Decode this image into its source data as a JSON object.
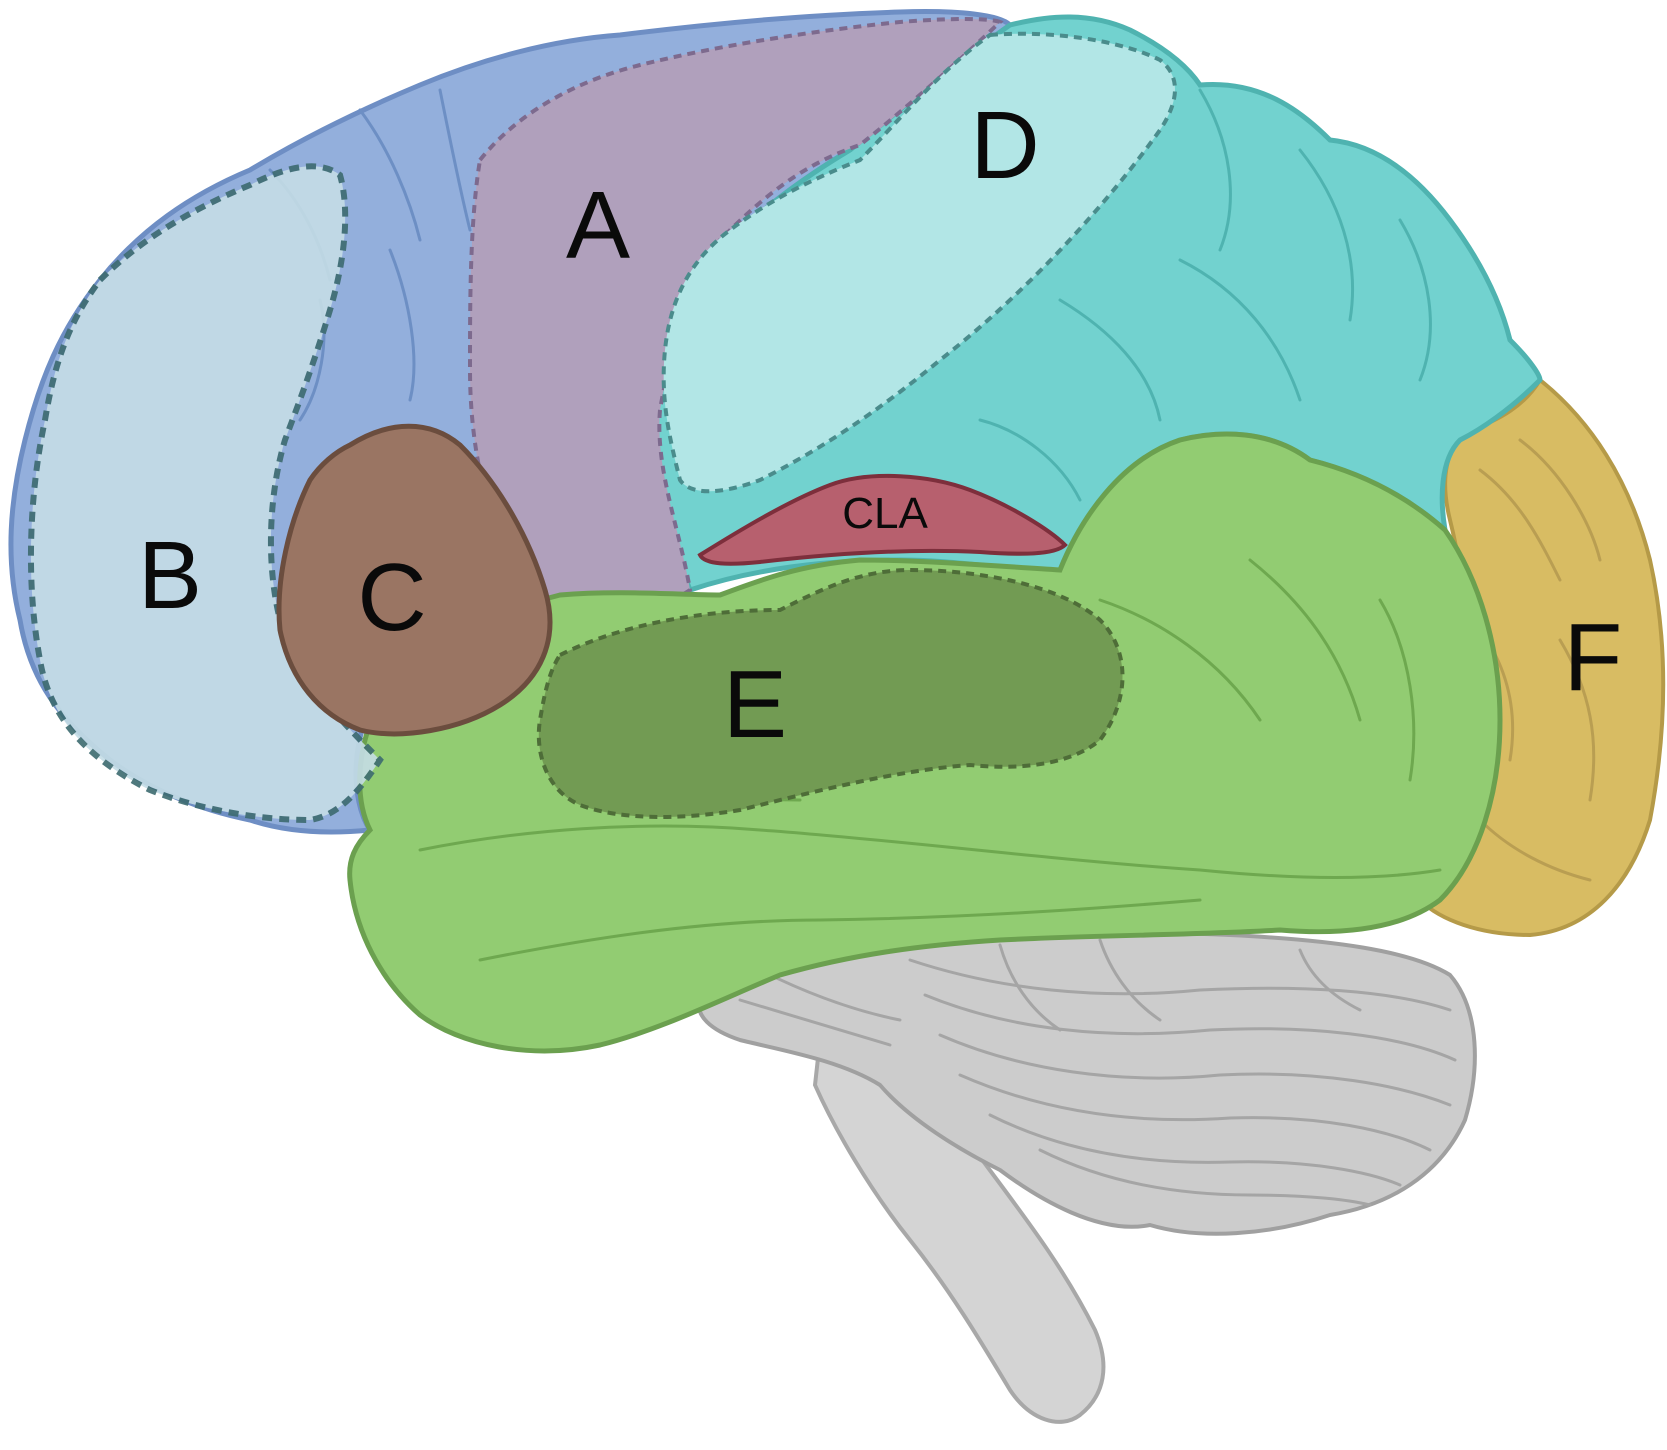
{
  "colors": {
    "frontal": "#93afdc",
    "premotor": "#b0a0bc",
    "parietal": "#72d2cf",
    "sensory_overlay": "#b2e6e6",
    "temporal": "#92cc72",
    "temporal_overlay": "#729b53",
    "occipital": "#d8bc63",
    "prefrontal_overlay": "#c5dde6",
    "brown_area": "#9a7563",
    "claustrum": "#b7606e",
    "cerebellum": "#cccccc",
    "brainstem": "#d4d4d4",
    "outline": "#5a7ab0",
    "dashed": "#3d6b70"
  },
  "regions": [
    {
      "id": "A",
      "label": "A",
      "color_key": "premotor"
    },
    {
      "id": "B",
      "label": "B",
      "color_key": "prefrontal_overlay"
    },
    {
      "id": "C",
      "label": "C",
      "color_key": "brown_area"
    },
    {
      "id": "D",
      "label": "D",
      "color_key": "sensory_overlay"
    },
    {
      "id": "E",
      "label": "E",
      "color_key": "temporal_overlay"
    },
    {
      "id": "F",
      "label": "F",
      "color_key": "occipital"
    },
    {
      "id": "CLA",
      "label": "CLA",
      "color_key": "claustrum"
    }
  ],
  "structures": [
    "frontal-lobe",
    "parietal-lobe",
    "temporal-lobe",
    "occipital-lobe",
    "cerebellum",
    "brainstem"
  ]
}
